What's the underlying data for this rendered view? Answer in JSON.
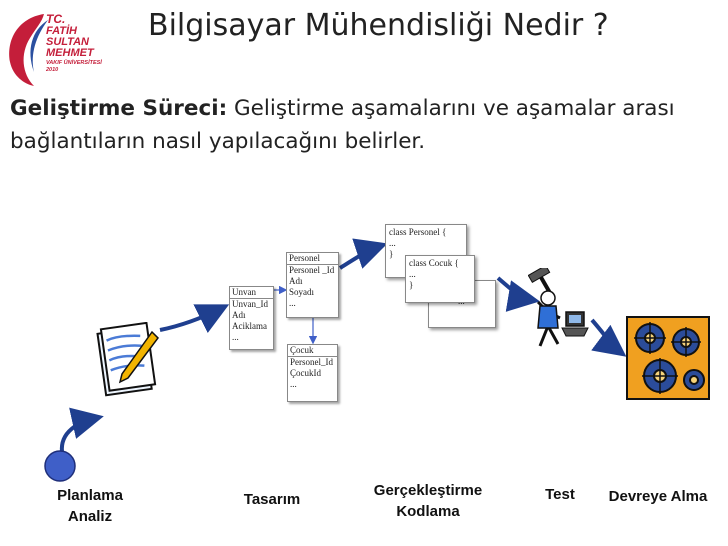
{
  "slide": {
    "title": "Bilgisayar Mühendisliği Nedir ?",
    "subtitle_bold": "Geliştirme Süreci:",
    "subtitle_rest": " Geliştirme aşamalarını ve aşamalar arası bağlantıların nasıl yapılacağını belirler."
  },
  "logo": {
    "line1": "TC.",
    "line2": "FATİH",
    "line3": "SULTAN",
    "line4": "MEHMET",
    "line5": "VAKIF ÜNİVERSİTESİ",
    "line6": "2010"
  },
  "diagram": {
    "table_unvan": [
      "Unvan",
      "Unvan_Id",
      "Adı",
      "Aciklama",
      "..."
    ],
    "table_personel": [
      "Personel",
      "Personel _Id",
      "Adı",
      "Soyadı",
      "..."
    ],
    "table_cocuk": [
      "Çocuk",
      "Personel_Id",
      "ÇocukId",
      "..."
    ],
    "code_personel": [
      "class Personel {",
      "...",
      "}"
    ],
    "code_cocuk": [
      "class Cocuk {",
      "...",
      "}"
    ],
    "code_third": "..."
  },
  "stages": {
    "planlama_line1": "Planlama",
    "planlama_line2": "Analiz",
    "tasarim": "Tasarım",
    "gerceklestirme_line1": "Gerçekleştirme",
    "gerceklestirme_line2": "Kodlama",
    "test": "Test",
    "devreye": "Devreye Alma"
  },
  "colors": {
    "logo_red": "#c41e3a",
    "logo_blue": "#2a4fa0",
    "node_blue": "#3f5fc8",
    "arrow_blue": "#1f3f8f",
    "gear_bg": "#f0a020"
  }
}
